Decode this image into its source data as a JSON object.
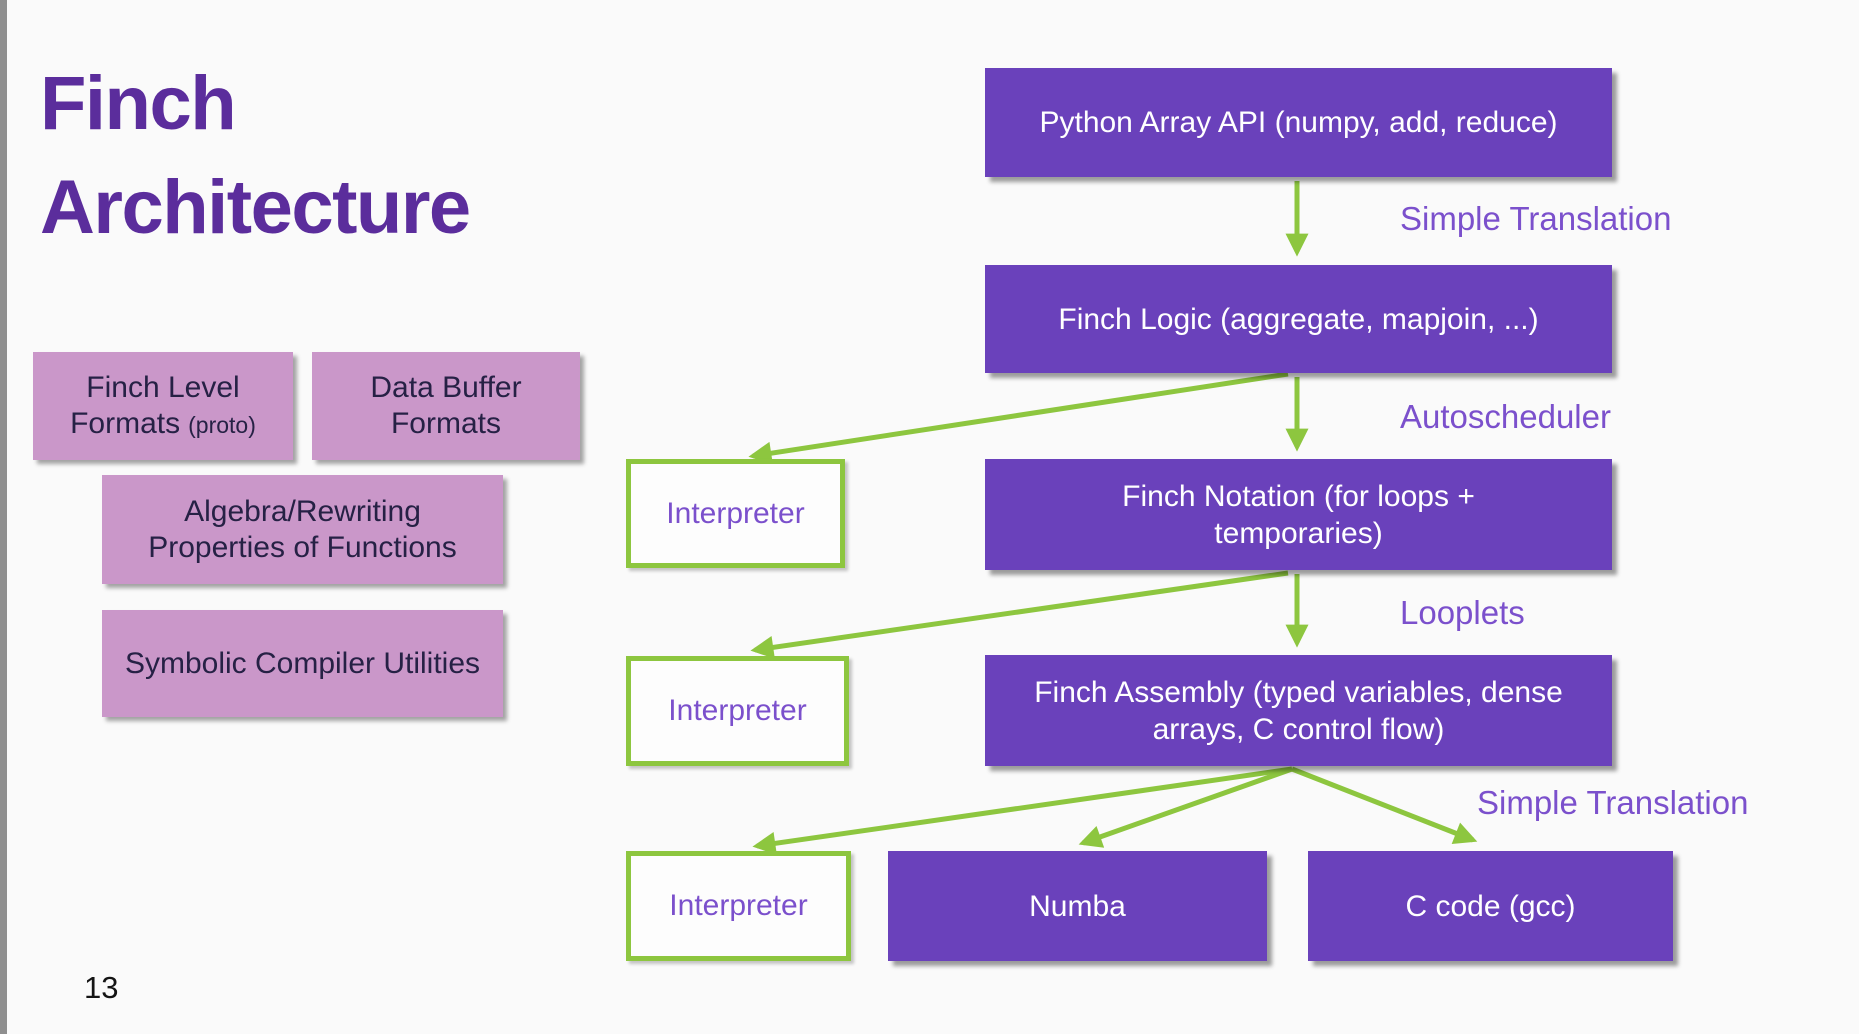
{
  "slide": {
    "title": {
      "line1": "Finch",
      "line2": "Architecture"
    },
    "page_number": "13"
  },
  "left_panel": {
    "boxes": [
      {
        "text": "Finch Level Formats",
        "note": "(proto)"
      },
      {
        "text": "Data Buffer Formats",
        "note": ""
      },
      {
        "text": "Algebra/Rewriting Properties of Functions",
        "note": ""
      },
      {
        "text": "Symbolic Compiler Utilities",
        "note": ""
      }
    ]
  },
  "diagram": {
    "flow_boxes": [
      {
        "id": "python-array-api",
        "label": "Python Array API (numpy, add, reduce)"
      },
      {
        "id": "finch-logic",
        "label": "Finch Logic (aggregate, mapjoin, ...)"
      },
      {
        "id": "finch-notation",
        "label": "Finch Notation (for loops + temporaries)"
      },
      {
        "id": "finch-assembly",
        "label": "Finch Assembly (typed variables, dense arrays, C control flow)"
      },
      {
        "id": "numba",
        "label": "Numba"
      },
      {
        "id": "c-code",
        "label": "C code (gcc)"
      }
    ],
    "interpreters": [
      {
        "label": "Interpreter"
      },
      {
        "label": "Interpreter"
      },
      {
        "label": "Interpreter"
      }
    ],
    "edge_labels": {
      "top": "Simple Translation",
      "autoscheduler": "Autoscheduler",
      "looplets": "Looplets",
      "bottom": "Simple Translation"
    }
  },
  "colors": {
    "title_purple": "#5b2d9c",
    "box_purple": "#6a41bb",
    "label_purple": "#7b50cc",
    "arrow_green": "#8dc63f",
    "pink": "#ca97c9",
    "pink_text": "#262145",
    "background": "#fafafa",
    "edge_gray": "#8f8f8f"
  }
}
